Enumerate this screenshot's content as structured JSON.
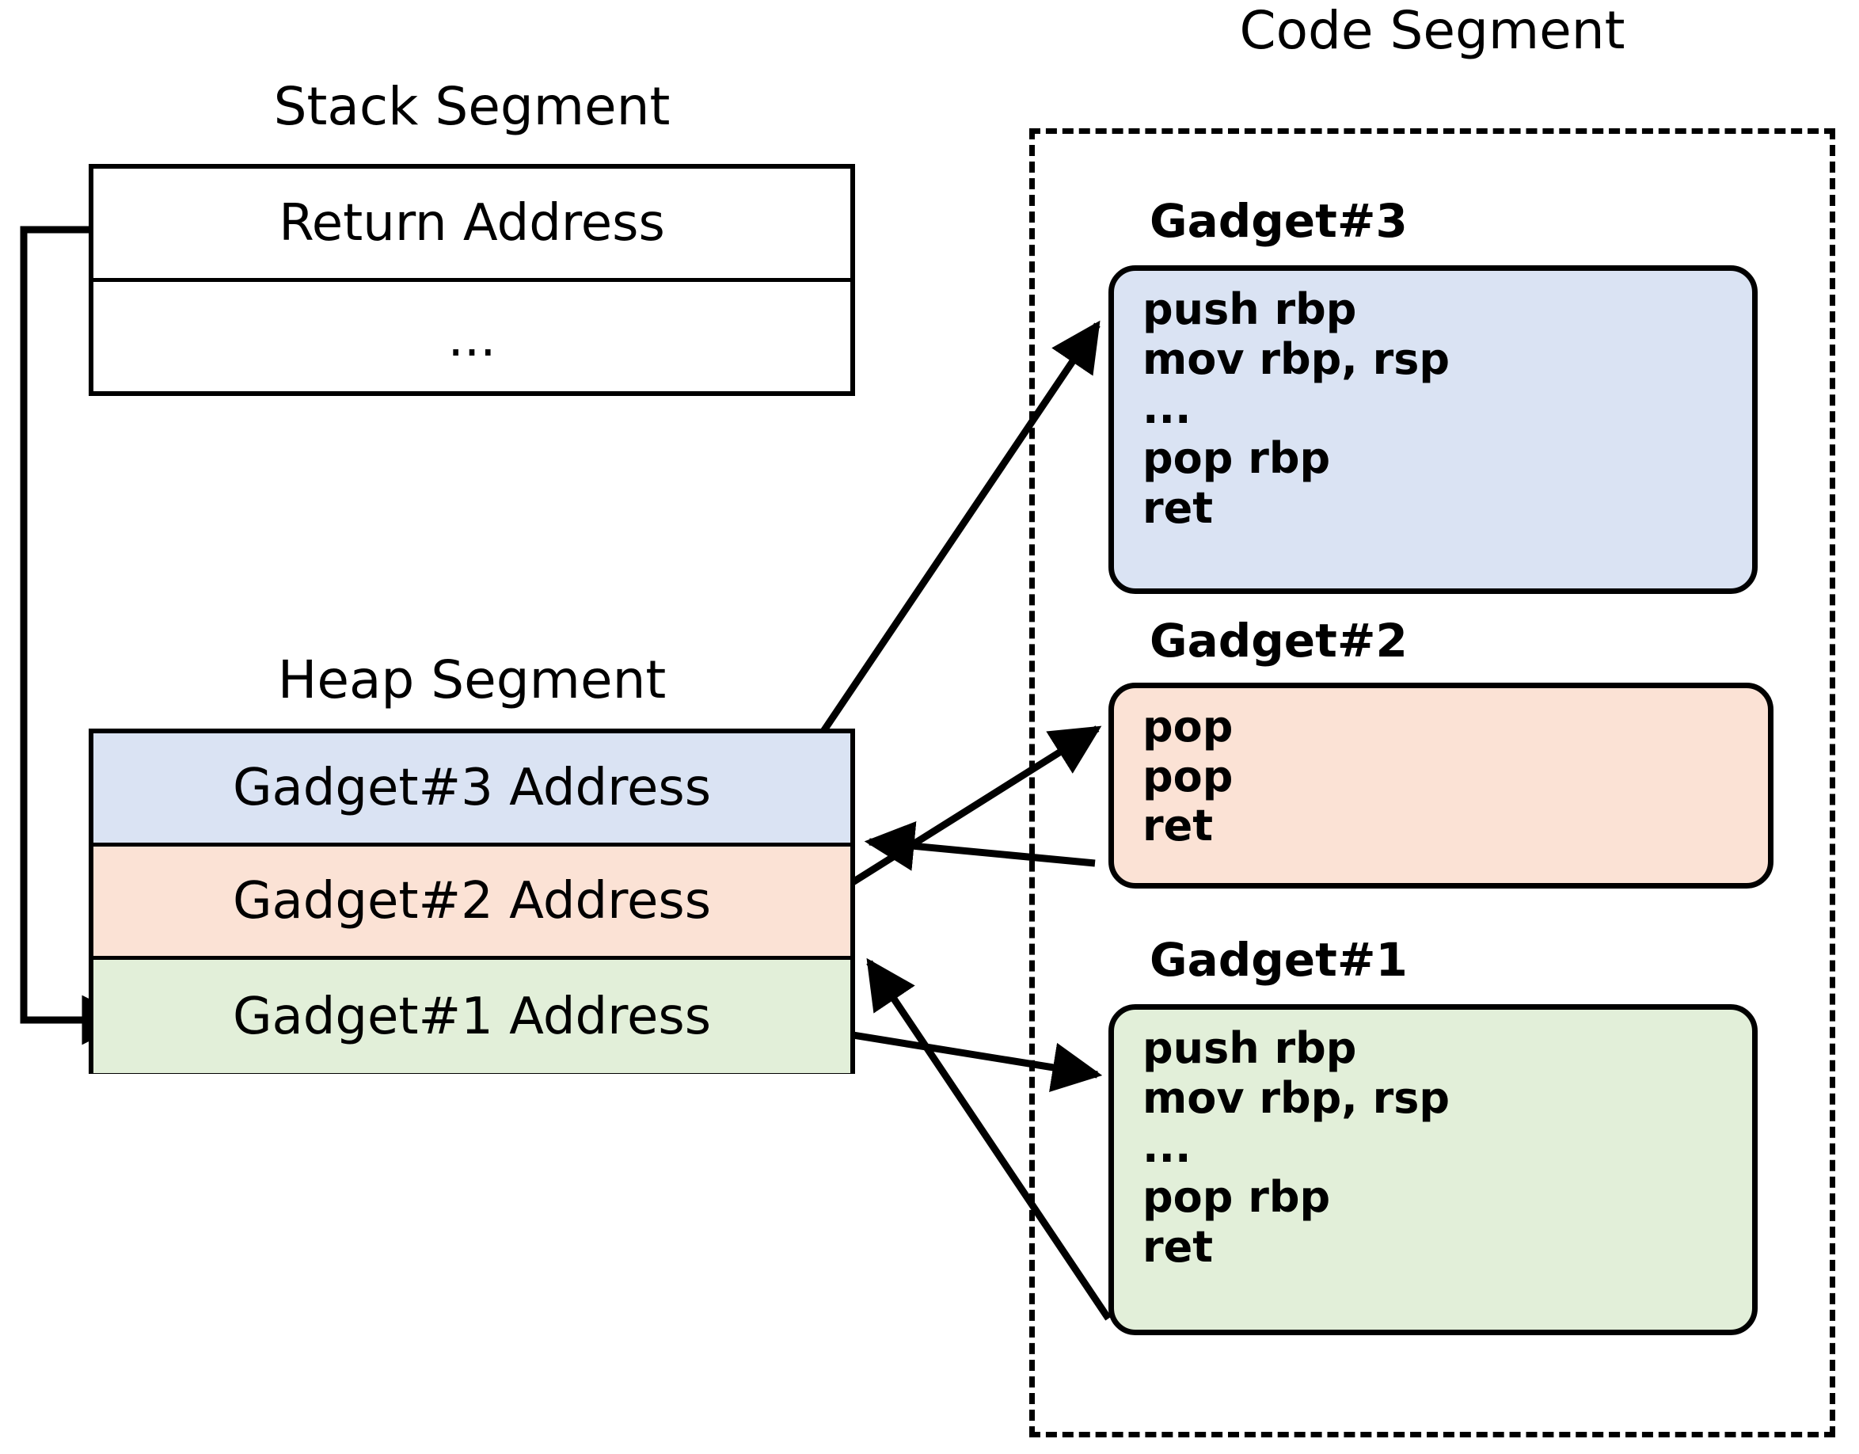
{
  "diagram": {
    "title_stack": "Stack Segment",
    "title_heap": "Heap Segment",
    "title_code": "Code Segment"
  },
  "stack": {
    "rows": [
      {
        "label": "Return Address"
      },
      {
        "label": "..."
      }
    ]
  },
  "heap": {
    "rows": [
      {
        "label": "Gadget#3 Address",
        "color": "#dae3f3"
      },
      {
        "label": "Gadget#2 Address",
        "color": "#fbe2d5"
      },
      {
        "label": "Gadget#1 Address",
        "color": "#e2efd9"
      }
    ]
  },
  "gadgets": [
    {
      "id": "gadget3",
      "title": "Gadget#3",
      "color": "#dae3f3",
      "instructions": [
        "push rbp",
        "mov rbp, rsp",
        "...",
        "pop rbp",
        "ret"
      ]
    },
    {
      "id": "gadget2",
      "title": "Gadget#2",
      "color": "#fbe2d5",
      "instructions": [
        "pop",
        "pop",
        "ret"
      ]
    },
    {
      "id": "gadget1",
      "title": "Gadget#1",
      "color": "#e2efd9",
      "instructions": [
        "push rbp",
        "mov rbp, rsp",
        "...",
        "pop rbp",
        "ret"
      ]
    }
  ],
  "colors": {
    "blue": "#dae3f3",
    "peach": "#fbe2d5",
    "green": "#e2efd9",
    "stroke": "#000000",
    "background": "#ffffff"
  },
  "connectors": [
    {
      "name": "return-address-to-gadget1-address",
      "from": "stack.return_address",
      "to": "heap.gadget1_address",
      "style": "elbow"
    },
    {
      "name": "gadget3-address-to-gadget3-code",
      "from": "heap.gadget3_address",
      "to": "gadgets.gadget3",
      "style": "straight"
    },
    {
      "name": "gadget2-address-to-gadget2-code",
      "from": "heap.gadget2_address",
      "to": "gadgets.gadget2",
      "style": "straight"
    },
    {
      "name": "gadget2-ret-back-to-heap",
      "from": "gadgets.gadget2.ret",
      "to": "heap.gadget3_address",
      "style": "straight"
    },
    {
      "name": "gadget1-address-to-gadget1-code",
      "from": "heap.gadget1_address",
      "to": "gadgets.gadget1",
      "style": "straight"
    },
    {
      "name": "gadget1-ret-back-to-heap",
      "from": "gadgets.gadget1.ret",
      "to": "heap.gadget1_address",
      "style": "straight"
    }
  ]
}
